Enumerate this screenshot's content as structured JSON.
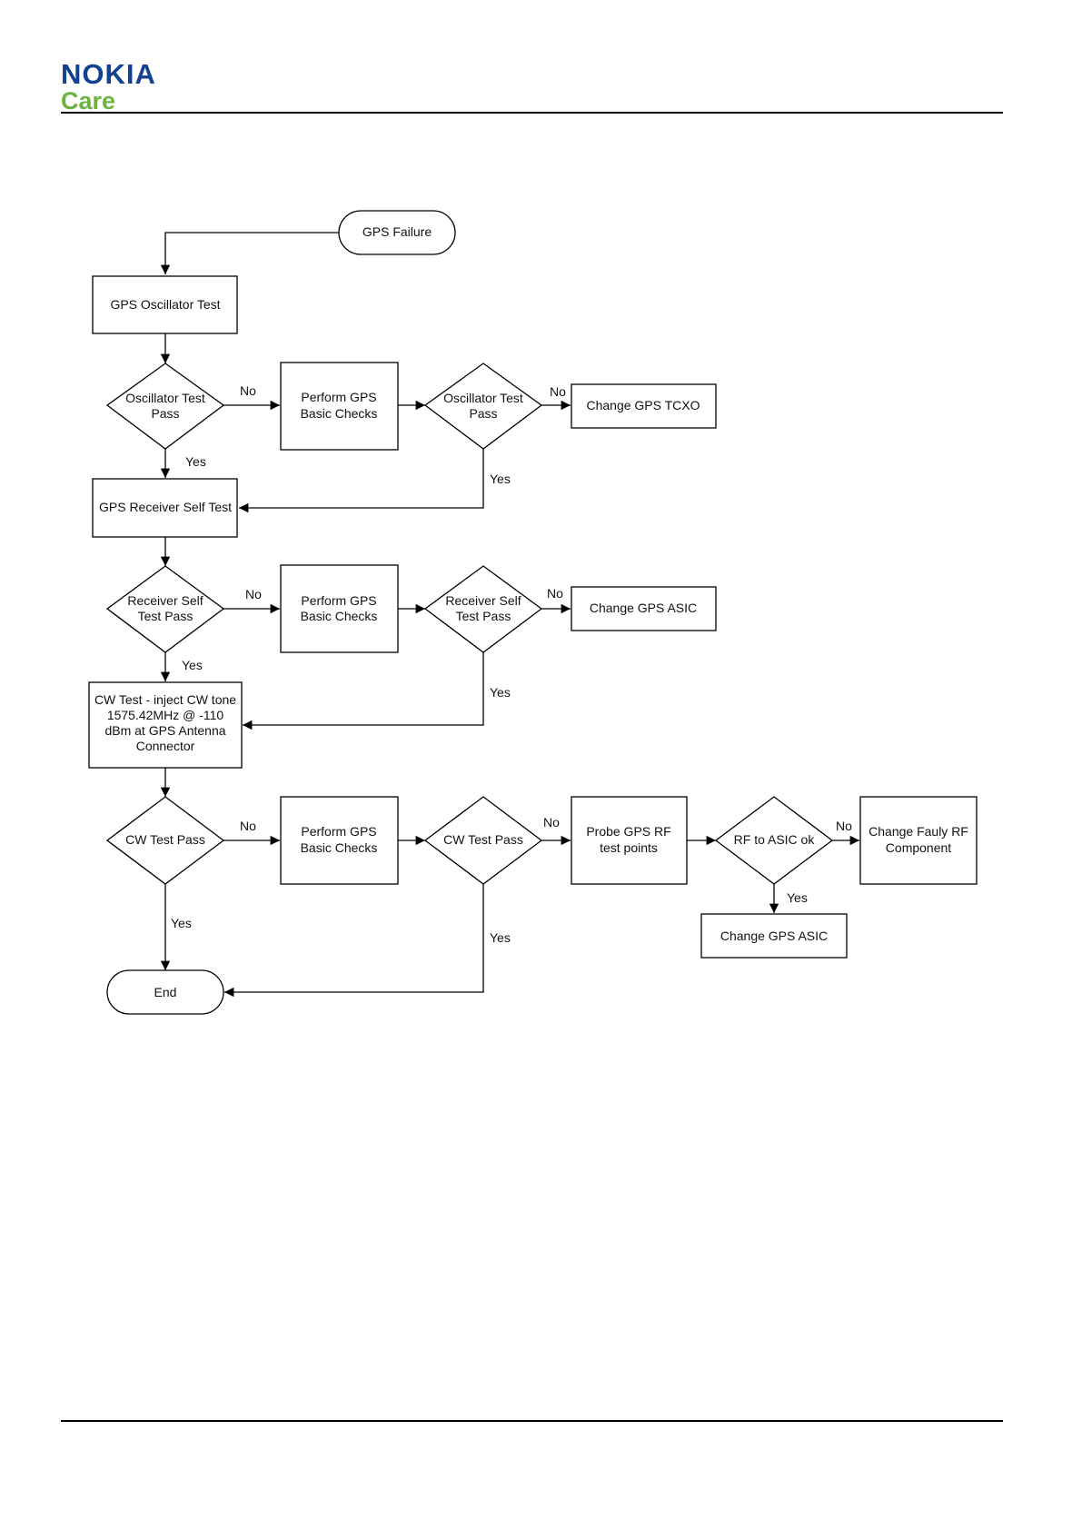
{
  "header": {
    "brand": "NOKIA",
    "sub_brand": "Care",
    "brand_color": "#124191",
    "sub_brand_color": "#6cb33f"
  },
  "flowchart": {
    "start": "GPS Failure",
    "end": "End",
    "process": {
      "osc_test": "GPS Oscillator Test",
      "basic_checks_1": [
        "Perform GPS",
        "Basic Checks"
      ],
      "change_tcxo": "Change GPS TCXO",
      "rx_self_test": "GPS Receiver Self Test",
      "basic_checks_2": [
        "Perform GPS",
        "Basic Checks"
      ],
      "change_asic_1": "Change GPS ASIC",
      "cw_test": [
        "CW Test - inject CW tone",
        "1575.42MHz @ -110",
        "dBm at GPS Antenna",
        "Connector"
      ],
      "basic_checks_3": [
        "Perform GPS",
        "Basic Checks"
      ],
      "probe_rf": [
        "Probe GPS RF",
        "test points"
      ],
      "change_rf": [
        "Change Fauly RF",
        "Component"
      ],
      "change_asic_2": "Change GPS ASIC"
    },
    "decision": {
      "osc_pass_1": [
        "Oscillator Test",
        "Pass"
      ],
      "osc_pass_2": [
        "Oscillator Test",
        "Pass"
      ],
      "rx_pass_1": [
        "Receiver Self",
        "Test Pass"
      ],
      "rx_pass_2": [
        "Receiver Self",
        "Test Pass"
      ],
      "cw_pass_1": "CW Test Pass",
      "cw_pass_2": "CW Test Pass",
      "rf_asic_ok": "RF to ASIC ok"
    },
    "labels": {
      "yes": "Yes",
      "no": "No"
    }
  }
}
